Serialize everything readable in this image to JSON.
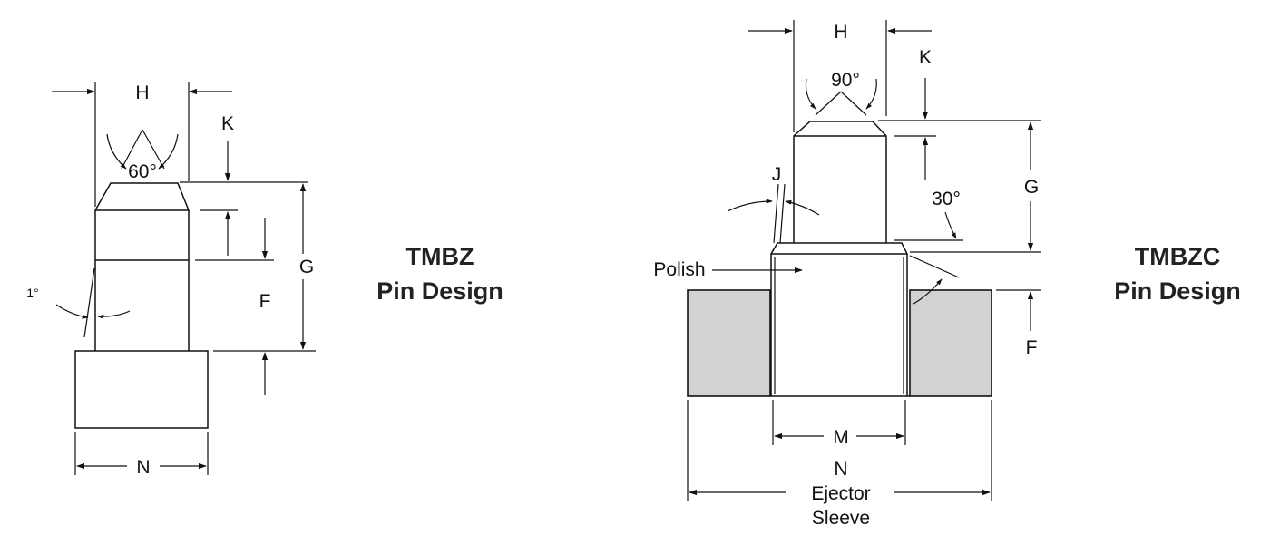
{
  "tmbz": {
    "title_line1": "TMBZ",
    "title_line2": "Pin Design",
    "dims": {
      "h": "H",
      "k": "K",
      "g": "G",
      "f": "F",
      "n": "N"
    },
    "angles": {
      "point": "60°",
      "taper": "1°"
    }
  },
  "tmbzc": {
    "title_line1": "TMBZC",
    "title_line2": "Pin Design",
    "dims": {
      "h": "H",
      "k": "K",
      "g": "G",
      "f": "F",
      "j": "J",
      "m": "M",
      "n": "N"
    },
    "angles": {
      "point": "90°",
      "chamfer": "30°"
    },
    "labels": {
      "polish": "Polish",
      "ejector": "Ejector",
      "sleeve": "Sleeve"
    }
  }
}
